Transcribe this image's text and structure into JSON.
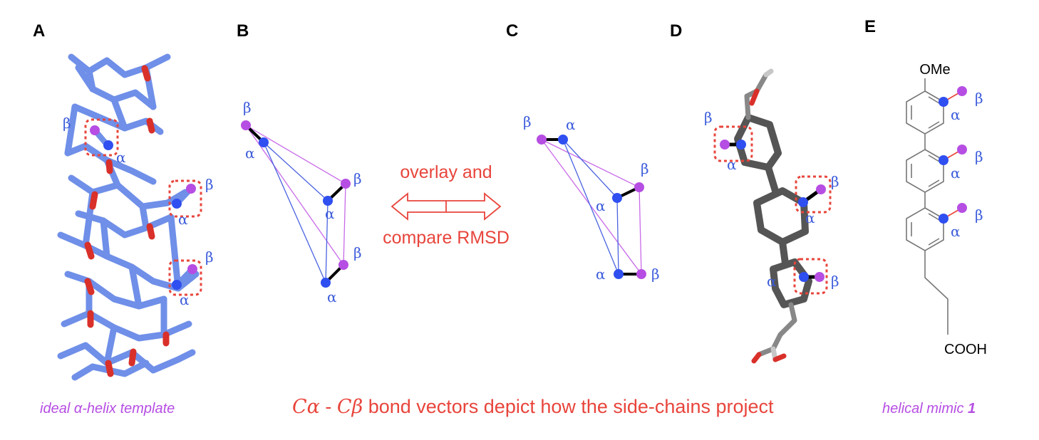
{
  "panels": {
    "A": "A",
    "B": "B",
    "C": "C",
    "D": "D",
    "E": "E"
  },
  "greek": {
    "alpha": "α",
    "beta": "β"
  },
  "arrow": {
    "line1": "overlay and",
    "line2": "compare RMSD"
  },
  "chem": {
    "top": "OMe",
    "bottom": "COOH"
  },
  "captions": {
    "left": "ideal α-helix template",
    "center_symbol_1": "Cα",
    "center_dash": " - ",
    "center_symbol_2": "Cβ",
    "center_rest": " bond vectors depict how the side-chains project",
    "right_text": "helical mimic ",
    "right_num": "1"
  },
  "colors": {
    "helix": "#6f8fe8",
    "oxygen": "#d9302a",
    "alpha_atom": "#2f4ff0",
    "beta_atom": "#b64ee3",
    "highlight": "#e8453c",
    "mimic_grey": "#7a7a7a"
  }
}
